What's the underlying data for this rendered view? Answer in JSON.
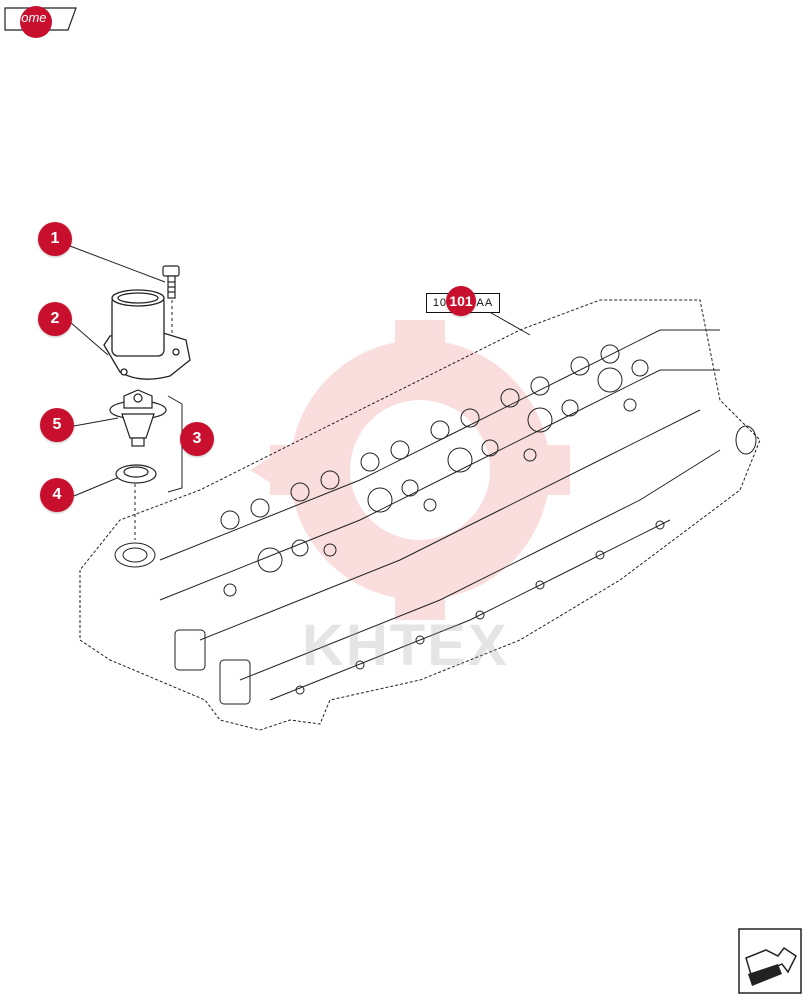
{
  "nav": {
    "home_label": "home"
  },
  "reference": {
    "label": "10.101.AA",
    "callout": "101"
  },
  "callouts": [
    {
      "id": "1",
      "label": "1"
    },
    {
      "id": "2",
      "label": "2"
    },
    {
      "id": "5",
      "label": "5"
    },
    {
      "id": "3",
      "label": "3"
    },
    {
      "id": "4",
      "label": "4"
    }
  ],
  "watermark": "KHTEX",
  "colors": {
    "callout": "#c8102e",
    "line": "#222222",
    "watermark_gear": "#f2c4c4"
  },
  "icons": {
    "home": "home-tab-icon",
    "next": "arrow-next-icon"
  }
}
